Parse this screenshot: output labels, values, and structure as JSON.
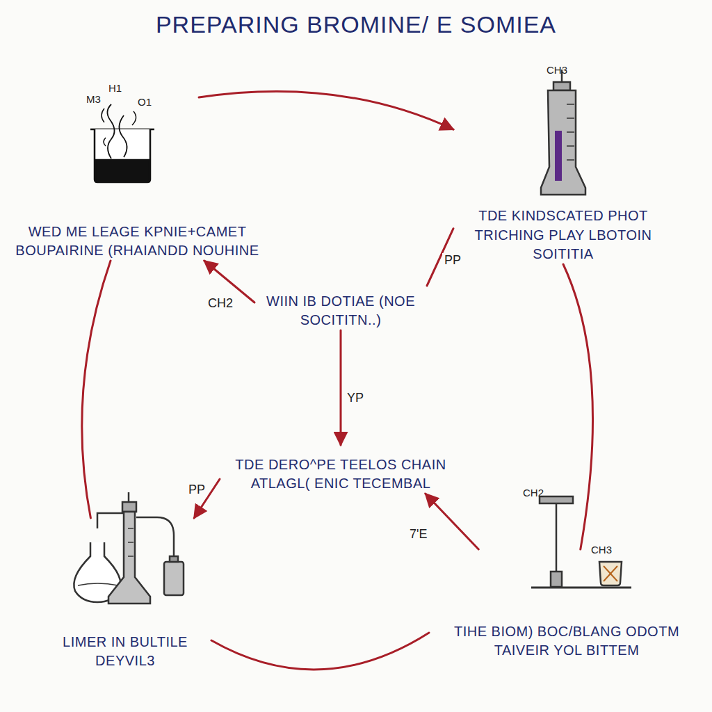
{
  "diagram": {
    "title": "PREPARING BROMINE/ E SOMIEA",
    "nodes": [
      {
        "text": [
          "WED ME LEAGE KPNIE+CAMET BOUPAIRINE (RHAIANDD NOUHINE"
        ]
      },
      {
        "text": [
          "TDE KINDSCATED PHOT TRICHING PLAY LBOTOIN SOITITIA"
        ]
      },
      {
        "text": [
          "WIIN IB DOTIAE (NOE SOCITITN..)"
        ]
      },
      {
        "text": [
          "TDE DERO^PE TEELOS CHAIN ATLAGL( ENIC TECEMBAL"
        ]
      },
      {
        "text": [
          "LIMER IN BULTILE DEYVIL3"
        ]
      },
      {
        "text": [
          "TIHE BIOM) BOC/BLANG ODOTM TAIVEIR YOL BITTEM"
        ]
      }
    ],
    "edges": [
      {
        "from": 0,
        "to": 1,
        "arrow": "to"
      },
      {
        "from": 1,
        "to": 2,
        "label": "PP",
        "arrow": "none"
      },
      {
        "from": 2,
        "to": 0,
        "label": "CH2",
        "arrow": "to"
      },
      {
        "from": 2,
        "to": 3,
        "label": "YP",
        "arrow": "to"
      },
      {
        "from": 3,
        "to": 4,
        "label": "PP",
        "arrow": "to"
      },
      {
        "from": 5,
        "to": 3,
        "label": "7'E",
        "arrow": "to"
      },
      {
        "from": 1,
        "to": 5,
        "arrow": "none"
      },
      {
        "from": 0,
        "to": 4,
        "arrow": "none"
      },
      {
        "from": 4,
        "to": 5,
        "arrow": "none"
      }
    ],
    "labels": [
      "M3",
      "H1",
      "O1",
      "CH3",
      "CH2",
      "CH3"
    ]
  }
}
